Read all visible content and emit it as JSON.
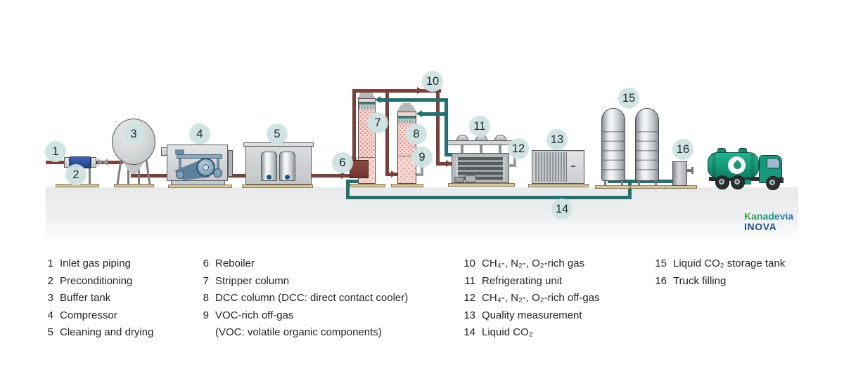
{
  "brand": {
    "line1": "Kanadevia",
    "line2": "INOVA"
  },
  "markers": [
    "1",
    "2",
    "3",
    "4",
    "5",
    "6",
    "7",
    "8",
    "9",
    "10",
    "11",
    "12",
    "13",
    "14",
    "15",
    "16"
  ],
  "legend": {
    "columns": [
      {
        "items": [
          {
            "num": "1",
            "label": "Inlet gas piping"
          },
          {
            "num": "2",
            "label": "Preconditioning"
          },
          {
            "num": "3",
            "label": "Buffer tank"
          },
          {
            "num": "4",
            "label": "Compressor"
          },
          {
            "num": "5",
            "label": "Cleaning and drying"
          }
        ]
      },
      {
        "items": [
          {
            "num": "6",
            "label": "Reboiler"
          },
          {
            "num": "7",
            "label": "Stripper column"
          },
          {
            "num": "8",
            "label": "DCC column (DCC: direct contact cooler)"
          },
          {
            "num": "9",
            "label": "VOC-rich off-gas"
          },
          {
            "num": "",
            "label": "(VOC: volatile organic components)"
          }
        ]
      },
      {
        "items": [
          {
            "num": "10",
            "label": "CH₄-, N₂-, O₂-rich gas"
          },
          {
            "num": "11",
            "label": "Refrigerating unit"
          },
          {
            "num": "12",
            "label": "CH₄-, N₂-, O₂-rich off-gas"
          },
          {
            "num": "13",
            "label": "Quality measurement"
          },
          {
            "num": "14",
            "label": "Liquid CO₂"
          }
        ]
      },
      {
        "items": [
          {
            "num": "15",
            "label": "Liquid CO₂ storage tank"
          },
          {
            "num": "16",
            "label": "Truck filling"
          }
        ]
      }
    ]
  },
  "colors": {
    "gas_pipe": "#7b4038",
    "liquid_co2_pipe": "#20716f",
    "vent_pipe": "#969ca0",
    "marker_bg": "#cee4e2",
    "column_fill": "#f5d3ce",
    "truck_green": "#17987a",
    "brand_green": "#3aa339",
    "brand_blue": "#2c6fb5",
    "brand_navy": "#26508f"
  }
}
